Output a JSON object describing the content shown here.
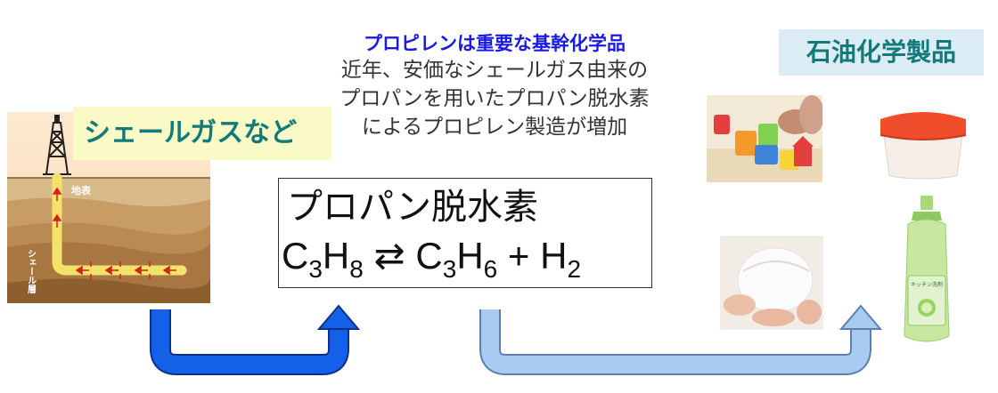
{
  "shale": {
    "label": "シェールガスなど",
    "surface_label": "地表",
    "layer_label": "シェール層"
  },
  "headline": "プロピレンは重要な基幹化学品",
  "description": "近年、安価なシェールガス由来の\nプロパンを用いたプロパン脱水素\nによるプロピレン製造が増加",
  "reaction": {
    "name": "プロパン脱水素",
    "equation": {
      "reactant": [
        "C",
        "3",
        "H",
        "8"
      ],
      "arrow": "⇄",
      "product1": [
        "C",
        "3",
        "H",
        "6"
      ],
      "plus": "+",
      "product2": [
        "H",
        "2"
      ]
    }
  },
  "products": {
    "label": "石油化学製品",
    "detergent_label": "キッチン洗剤"
  },
  "colors": {
    "arrow_dark_blue": "#1560e8",
    "arrow_light_blue": "#a9cbf2",
    "headline_blue": "#1a1ae8",
    "label_teal": "#127a78"
  }
}
